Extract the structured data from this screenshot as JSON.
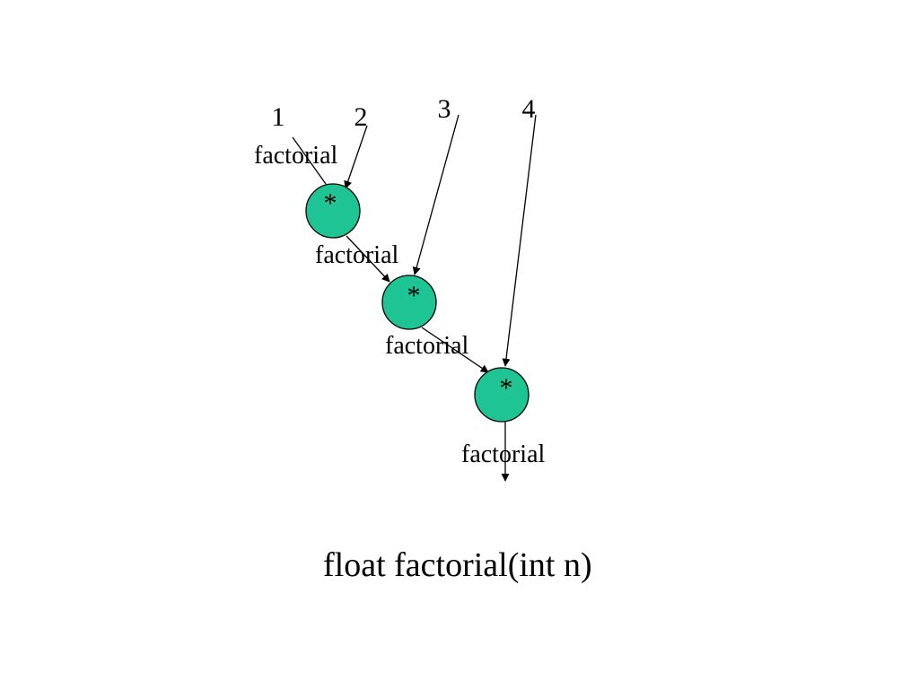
{
  "inputs": [
    "1",
    "2",
    "3",
    "4"
  ],
  "edge_labels": [
    "factorial",
    "factorial",
    "factorial",
    "factorial"
  ],
  "operators": [
    "*",
    "*",
    "*"
  ],
  "caption": "float factorial(int n)",
  "colors": {
    "node_fill": "#1fc495",
    "line": "#000000",
    "text": "#000000",
    "background": "#ffffff"
  }
}
